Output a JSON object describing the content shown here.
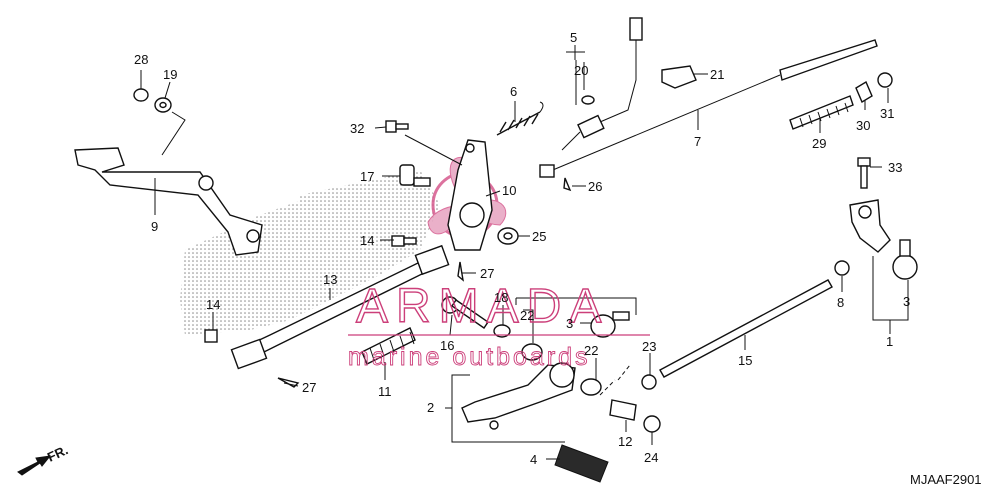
{
  "diagram_code": "MJAAF2901",
  "direction_label": "FR.",
  "watermark": {
    "brand": "ARMADA",
    "tagline": "marine outboards",
    "color": "#cc3f7a"
  },
  "callouts": {
    "c1": "1",
    "c2": "2",
    "c3a": "3",
    "c3b": "3",
    "c4": "4",
    "c5": "5",
    "c6": "6",
    "c7": "7",
    "c8": "8",
    "c9": "9",
    "c10": "10",
    "c11": "11",
    "c12": "12",
    "c13": "13",
    "c14a": "14",
    "c14b": "14",
    "c15": "15",
    "c16": "16",
    "c17": "17",
    "c18": "18",
    "c19": "19",
    "c20": "20",
    "c21": "21",
    "c22a": "22",
    "c22b": "22",
    "c23": "23",
    "c24": "24",
    "c25": "25",
    "c26": "26",
    "c27a": "27",
    "c27b": "27",
    "c28": "28",
    "c29": "29",
    "c30": "30",
    "c31": "31",
    "c32": "32",
    "c33": "33"
  },
  "colors": {
    "ink": "#111111",
    "accent": "#cc3f7a"
  }
}
